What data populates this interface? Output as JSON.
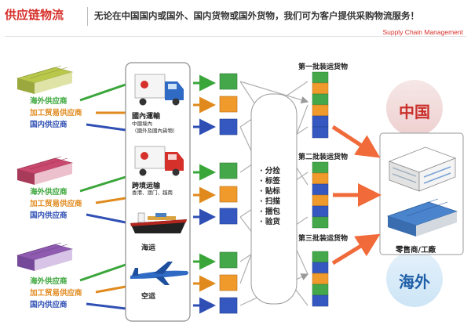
{
  "header": {
    "title": "供应链物流",
    "tagline": "无论在中国国内或国外、国内货物或国外货物，我们可为客户提供采购物流服务！",
    "subtitle": "Supply Chain Management"
  },
  "suppliers": [
    {
      "overseas": "海外供应商",
      "processing": "加工贸易供应商",
      "domestic": "国内供应商",
      "roof_color": "#b9c84a"
    },
    {
      "overseas": "海外供应商",
      "processing": "加工贸易供应商",
      "domestic": "国内供应商",
      "roof_color": "#c9486e"
    },
    {
      "overseas": "海外供应商",
      "processing": "加工贸易供应商",
      "domestic": "国内供应商",
      "roof_color": "#8e5bb0"
    }
  ],
  "supplier_colors": {
    "overseas": "#3aa63a",
    "processing": "#e08a1e",
    "domestic": "#2f4fb4"
  },
  "transport": {
    "domestic": {
      "label": "國內運輸",
      "sub1": "中國境內",
      "sub2": "（國外及國內貨物）"
    },
    "crossborder": {
      "label": "跨境运输",
      "sub": "香港、澳门、越南"
    },
    "sea": {
      "label": "海运"
    },
    "air": {
      "label": "空运"
    }
  },
  "process_items": [
    "· 分捡",
    "· 标签",
    "· 贴标",
    "· 扫描",
    "· 捆包",
    "· 验货"
  ],
  "batches": [
    "第一批装运货物",
    "第二批装运货物",
    "第三批装运货物"
  ],
  "destinations": {
    "china": "中国",
    "overseas": "海外",
    "retail": "零售商/工廠"
  },
  "colors": {
    "accent_red": "#d6302b",
    "arrow_orange": "#f06a3a"
  }
}
